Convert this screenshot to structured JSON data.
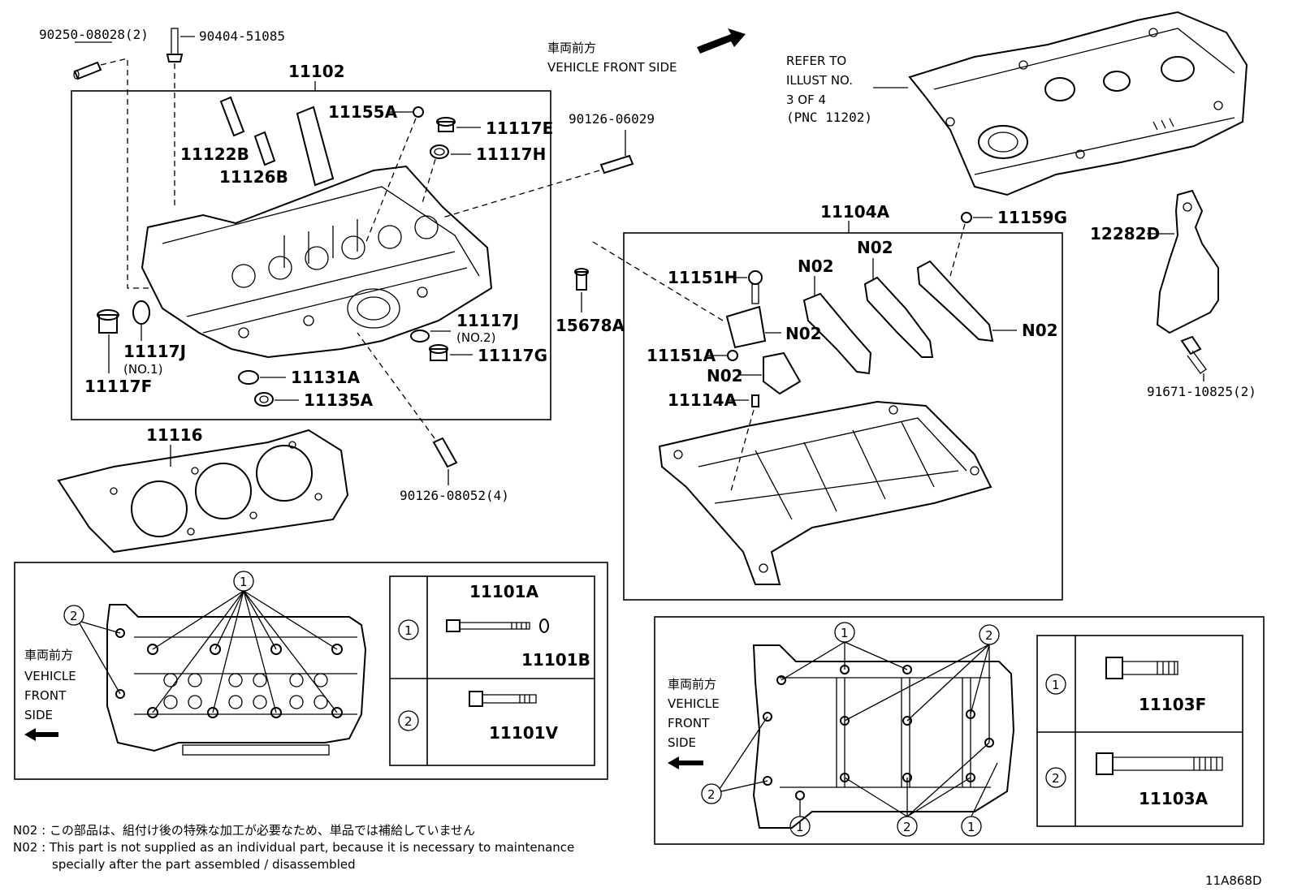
{
  "top_left": {
    "pin_label": "90250-08028(2)",
    "stud_label": "90404-51085"
  },
  "head_box": {
    "title": "11102",
    "parts": {
      "p11155A": "11155A",
      "p11117E": "11117E",
      "p11117H": "11117H",
      "p11122B": "11122B",
      "p11126B": "11126B",
      "p11117J_no1": "11117J",
      "p11117J_no1_sub": "(NO.1)",
      "p11117F": "11117F",
      "p11117J_no2": "11117J",
      "p11117J_no2_sub": "(NO.2)",
      "p11117G": "11117G",
      "p11131A": "11131A",
      "p11135A": "11135A"
    }
  },
  "stud_90126_06029": "90126-06029",
  "stud_90126_08052": "90126-08052(4)",
  "gasket_label": "11116",
  "front_arrow_top": {
    "jp": "車両前方",
    "en": "VEHICLE FRONT SIDE"
  },
  "refer_note": {
    "line1": "REFER TO",
    "line2": "ILLUST NO.",
    "line3": "3 OF 4",
    "line4": "(PNC 11202)"
  },
  "housing_box": {
    "title": "11104A",
    "parts": {
      "p11151H": "11151H",
      "p11151A": "11151A",
      "p11114A": "11114A",
      "p11159G": "11159G",
      "n02": "N02"
    }
  },
  "p15678A": "15678A",
  "p12282D": "12282D",
  "p91671": "91671-10825(2)",
  "bolt_diag_left": {
    "front_jp": "車両前方",
    "front_en1": "VEHICLE",
    "front_en2": "FRONT",
    "front_en3": "SIDE",
    "callout1": "1",
    "callout2": "2",
    "table": {
      "row1_num": "1",
      "row1_bolt": "11101A",
      "row1_washer": "11101B",
      "row2_num": "2",
      "row2_bolt": "11101V"
    }
  },
  "bolt_diag_right": {
    "front_jp": "車両前方",
    "front_en1": "VEHICLE",
    "front_en2": "FRONT",
    "front_en3": "SIDE",
    "callout1": "1",
    "callout2": "2",
    "table": {
      "row1_num": "1",
      "row1_bolt": "11103F",
      "row2_num": "2",
      "row2_bolt": "11103A"
    }
  },
  "footnote": {
    "jp": "N02 : この部品は、組付け後の特殊な加工が必要なため、単品では補給していません",
    "en1": "N02 : This part is not supplied as an individual part, because it is necessary to maintenance",
    "en2": "specially after the part assembled / disassembled"
  },
  "diagram_id": "11A868D"
}
